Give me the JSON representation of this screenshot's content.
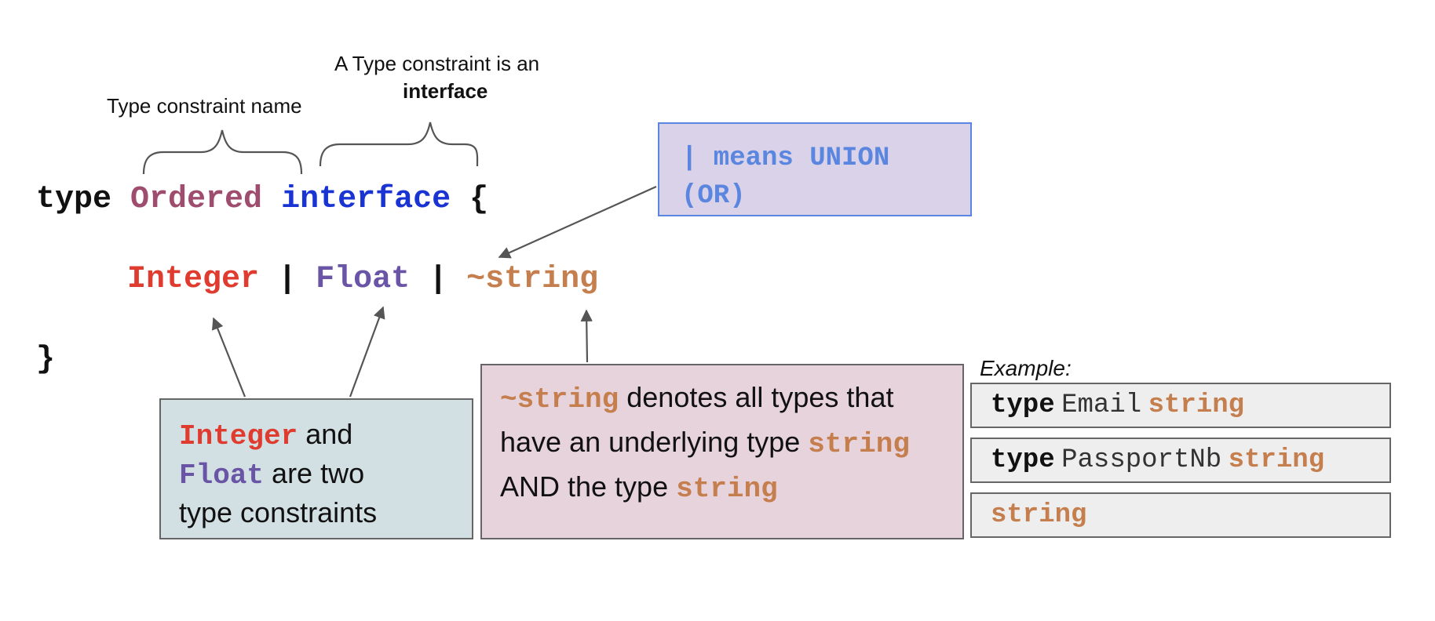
{
  "annotations": {
    "type_constraint_name": "Type constraint name",
    "interface_note_line1": "A Type constraint is an",
    "interface_note_line2": "interface"
  },
  "code": {
    "kw_type": "type",
    "name": "Ordered",
    "kw_interface": "interface",
    "open_brace": "{",
    "t_integer": "Integer",
    "pipe": "|",
    "t_float": "Float",
    "t_string": "~string",
    "close_brace": "}"
  },
  "union_box": {
    "text": "| means UNION (OR)"
  },
  "int_float_box": {
    "integer": "Integer",
    "and": "and",
    "float": "Float",
    "are_two": "are two",
    "type_constraints": "type constraints"
  },
  "string_box": {
    "tilde_string": "~string",
    "denotes": "denotes all types that",
    "have_underlying": "have an underlying type",
    "string1": "string",
    "and_the_type": "AND the type",
    "string2": "string"
  },
  "example": {
    "label": "Example:",
    "rows": [
      {
        "kw": "type",
        "name": "Email",
        "type": "string"
      },
      {
        "kw": "type",
        "name": "PassportNb",
        "type": "string"
      },
      {
        "kw": "",
        "name": "",
        "type": "string"
      }
    ]
  },
  "colors": {
    "keyword": "#111111",
    "constraint_name": "#9e4d6e",
    "interface_keyword": "#1a34d4",
    "integer": "#e03b2f",
    "float": "#6a54a6",
    "string": "#c57e4d",
    "union_box_fill": "#d9d2e8",
    "union_box_text": "#5a86e0",
    "int_float_box_fill": "#d2dfe3",
    "string_box_fill": "#e7d3dc",
    "example_box_fill": "#eeeeee",
    "arrow": "#555555"
  }
}
